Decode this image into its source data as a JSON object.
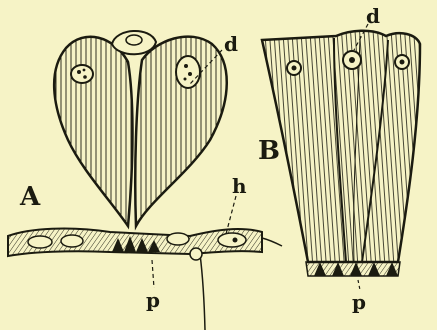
{
  "figure": {
    "labels": {
      "panel_a": "A",
      "panel_b": "B",
      "a_d": "d",
      "a_h": "h",
      "a_p": "p",
      "b_d": "d",
      "b_p": "p"
    },
    "colors": {
      "paper": "#f6f3c6",
      "ink": "#1b1b10"
    }
  }
}
